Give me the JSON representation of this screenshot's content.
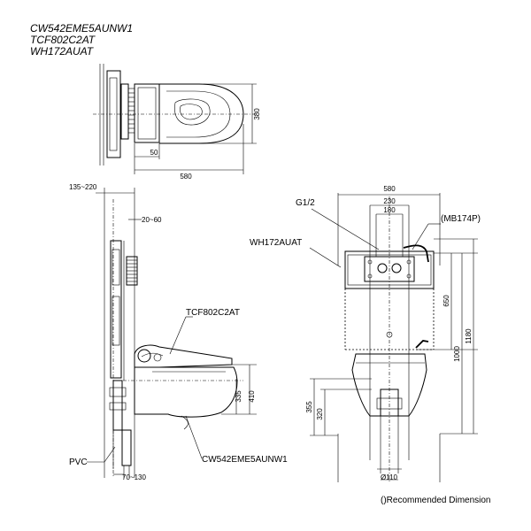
{
  "models": [
    "CW542EME5AUNW1",
    "TCF802C2AT",
    "WH172AUAT"
  ],
  "dimensions": {
    "top_depth": "380",
    "top_offset": "50",
    "top_length": "580",
    "side_wall_range": "135~220",
    "side_gap": "20~60",
    "side_height_a": "335",
    "side_height_b": "410",
    "side_bottom": "70~130",
    "front_width": "580",
    "front_inner_a": "230",
    "front_inner_b": "180",
    "front_h_a": "650",
    "front_h_b": "1000",
    "front_h_c": "1180",
    "front_h_d": "355",
    "front_h_e": "320",
    "front_pipe": "Ø110"
  },
  "labels": {
    "g_half": "G1/2",
    "mb174p": "(MB174P)",
    "wh172auat": "WH172AUAT",
    "tcf802c2at": "TCF802C2AT",
    "cw542": "CW542EME5AUNW1",
    "pvc": "PVC"
  },
  "note": "()Recommended Dimension"
}
